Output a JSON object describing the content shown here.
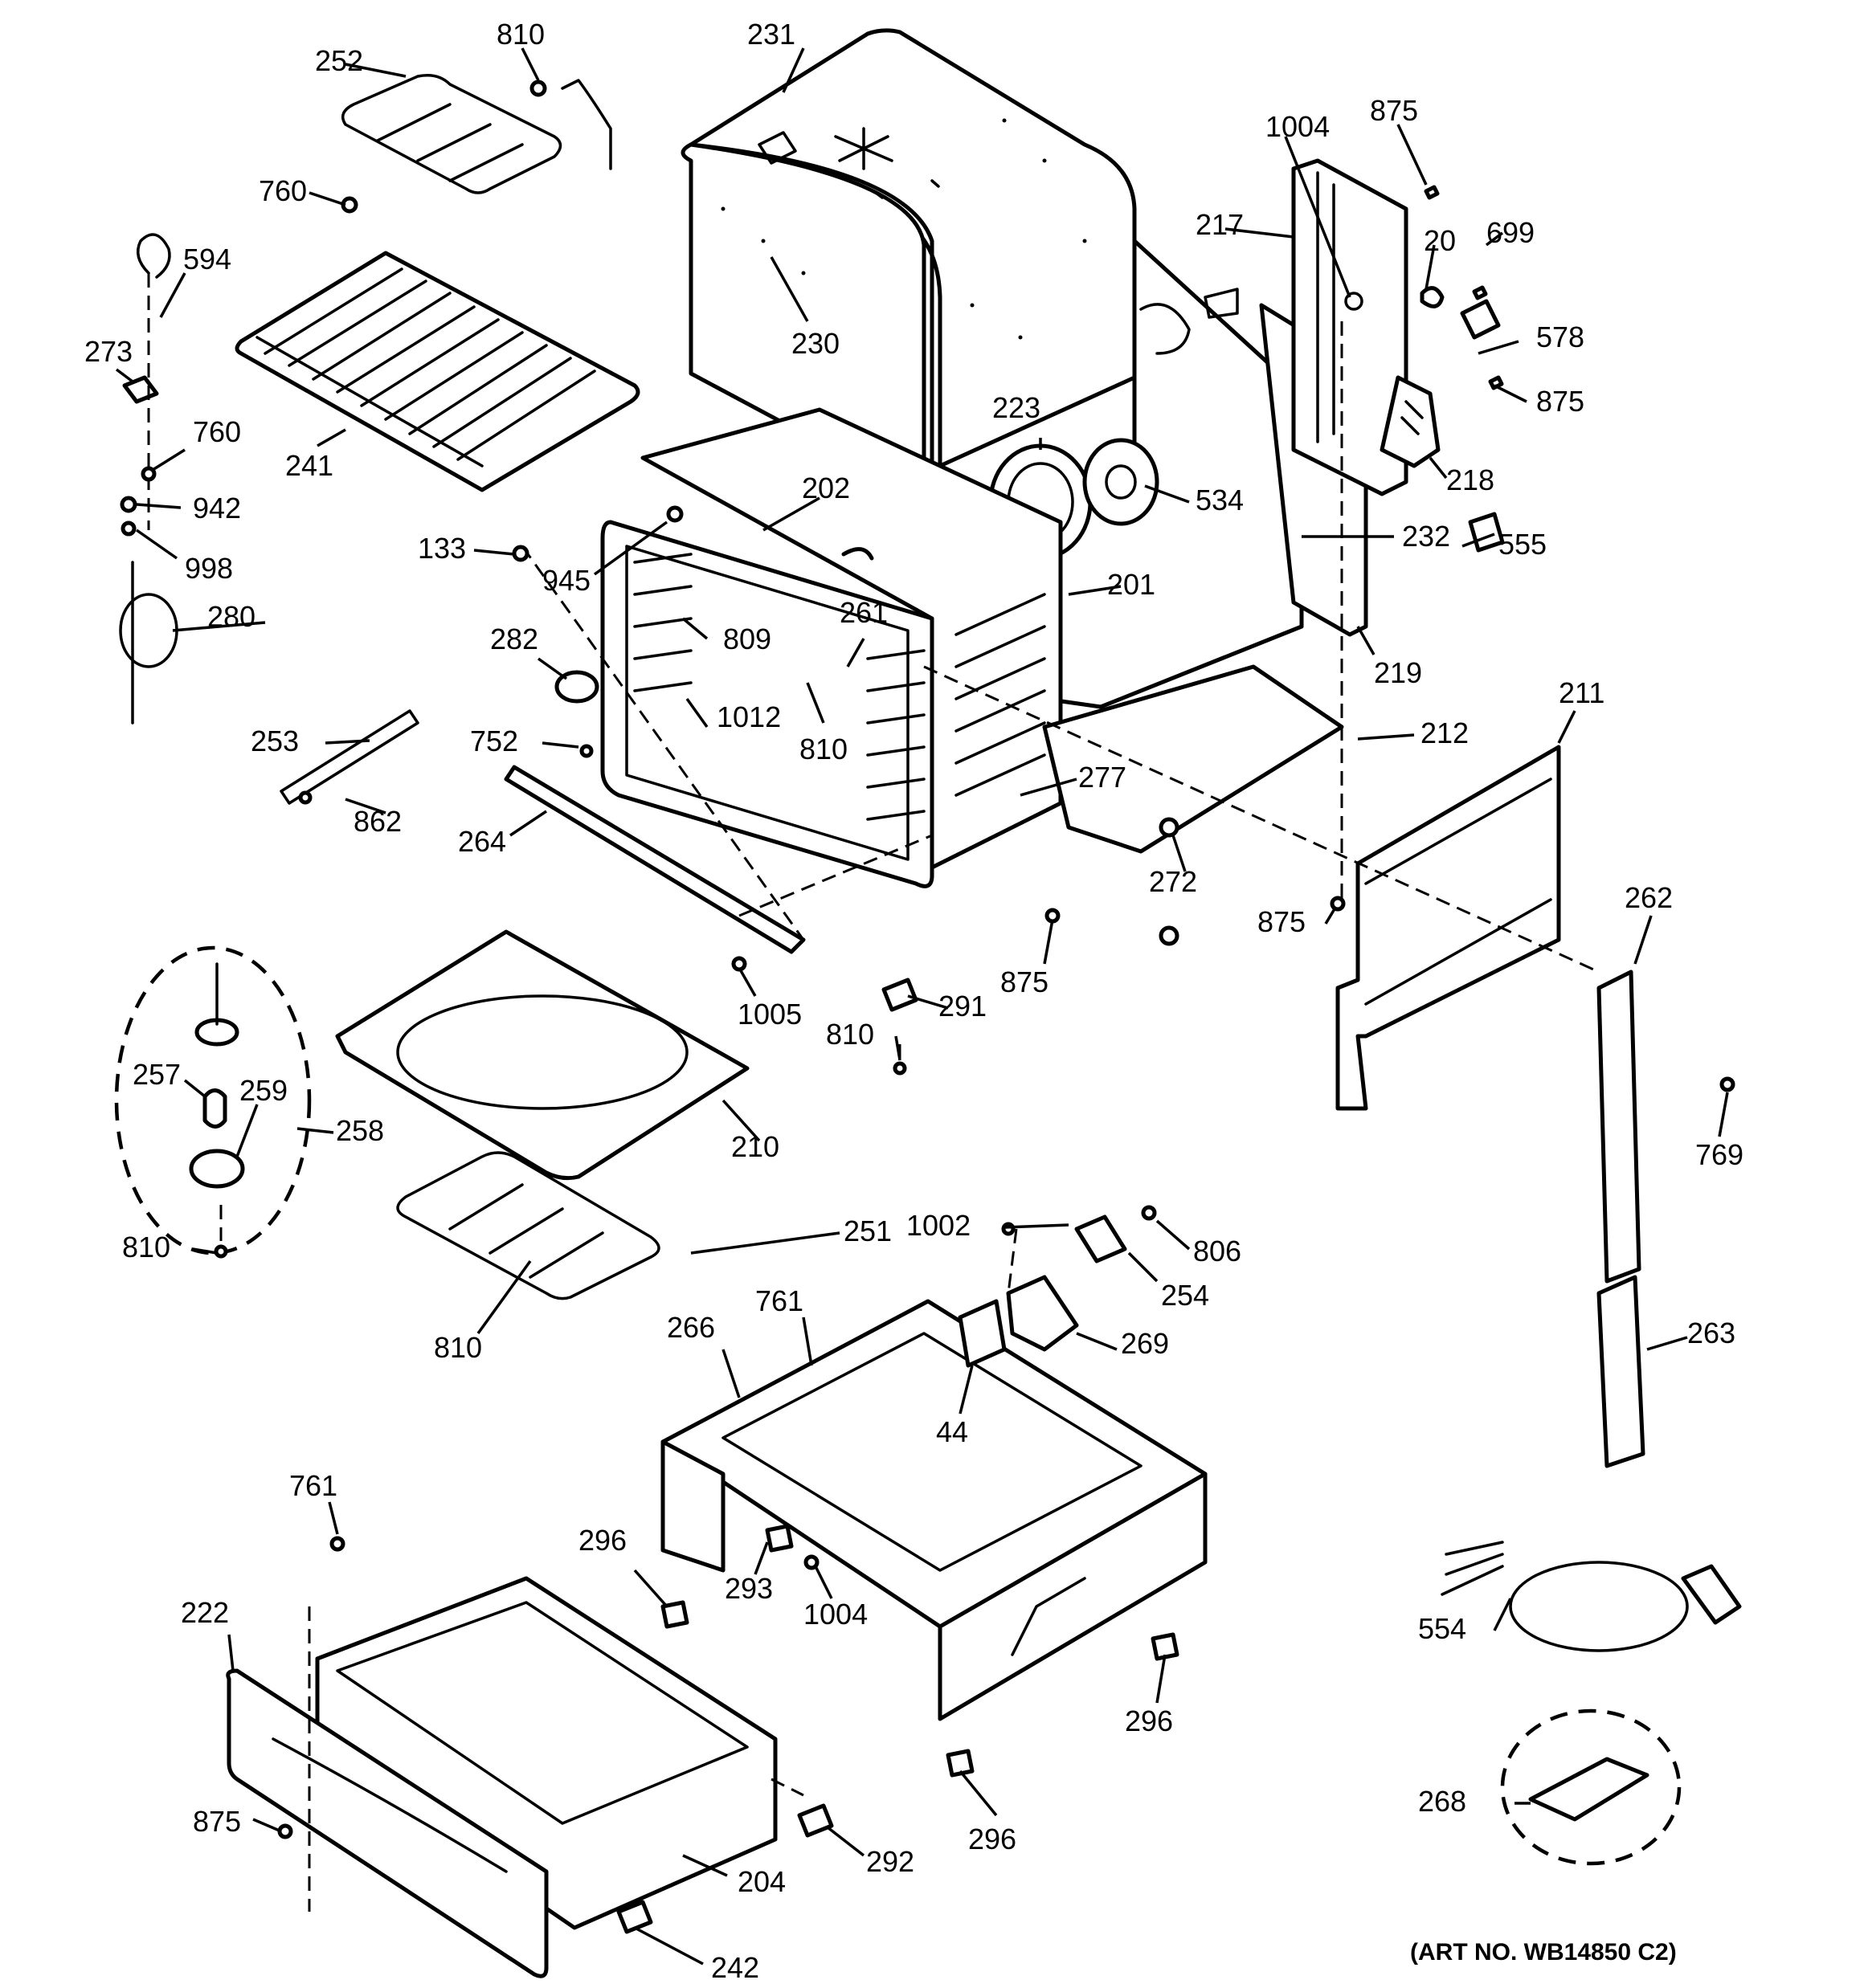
{
  "diagram": {
    "art_number": "(ART NO. WB14850 C2)",
    "parts": {
      "p252": "252",
      "p810a": "810",
      "p231": "231",
      "p1004a": "1004",
      "p875a": "875",
      "p760a": "760",
      "p594": "594",
      "p273": "273",
      "p760b": "760",
      "p942": "942",
      "p998": "998",
      "p280": "280",
      "p241": "241",
      "p230": "230",
      "p217": "217",
      "p20": "20",
      "p699": "699",
      "p578": "578",
      "p875b": "875",
      "p218": "218",
      "p223": "223",
      "p534": "534",
      "p202": "202",
      "p133": "133",
      "p945": "945",
      "p232": "232",
      "p555": "555",
      "p201": "201",
      "p261": "261",
      "p809": "809",
      "p282": "282",
      "p1012": "1012",
      "p810b": "810",
      "p219": "219",
      "p253": "253",
      "p752": "752",
      "p212": "212",
      "p211": "211",
      "p862": "862",
      "p277": "277",
      "p264": "264",
      "p272": "272",
      "p875c": "875",
      "p262": "262",
      "p875d": "875",
      "p1005": "1005",
      "p291": "291",
      "p810c": "810",
      "p257": "257",
      "p259": "259",
      "p258": "258",
      "p210": "210",
      "p769": "769",
      "p810d": "810",
      "p251": "251",
      "p1002": "1002",
      "p806": "806",
      "p810e": "810",
      "p254": "254",
      "p761a": "761",
      "p266": "266",
      "p269": "269",
      "p263": "263",
      "p44": "44",
      "p761b": "761",
      "p296a": "296",
      "p293": "293",
      "p1004b": "1004",
      "p554": "554",
      "p222": "222",
      "p296b": "296",
      "p268": "268",
      "p296c": "296",
      "p875e": "875",
      "p292": "292",
      "p204": "204",
      "p242": "242"
    }
  }
}
